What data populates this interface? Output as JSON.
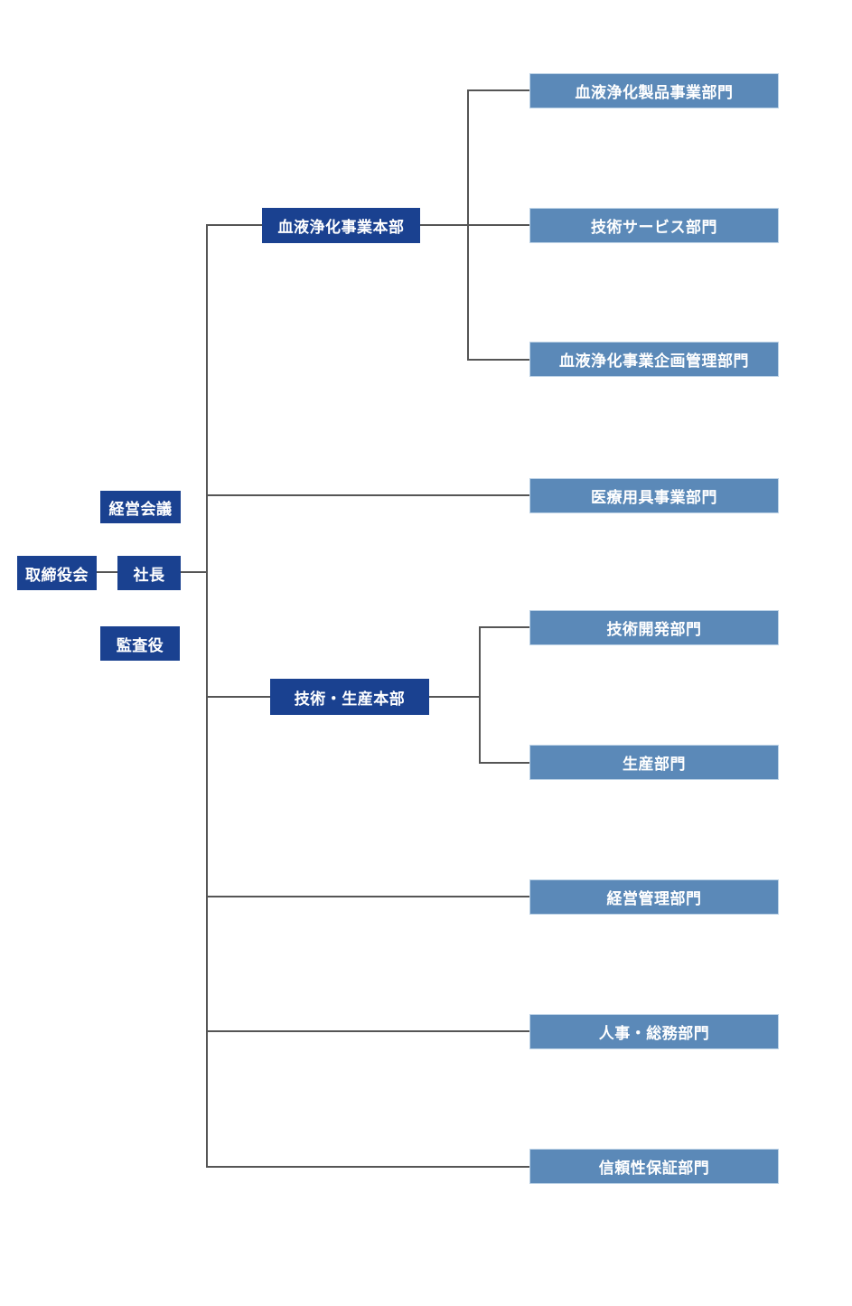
{
  "org": {
    "board": {
      "label": "取締役会"
    },
    "management_meeting": {
      "label": "経営会議"
    },
    "president": {
      "label": "社長"
    },
    "auditor": {
      "label": "監査役"
    },
    "headquarters": [
      {
        "label": "血液浄化事業本部",
        "children": [
          "血液浄化製品事業部門",
          "技術サービス部門",
          "血液浄化事業企画管理部門"
        ]
      },
      {
        "label": "技術・生産本部",
        "children": [
          "技術開発部門",
          "生産部門"
        ]
      }
    ],
    "direct_departments": [
      "医療用具事業部門",
      "経営管理部門",
      "人事・総務部門",
      "信頼性保証部門"
    ]
  },
  "colors": {
    "dark_box": "#1a4190",
    "light_box": "#5b89b8",
    "light_box_border": "#bcd2e6",
    "connector_line": "#555555",
    "box_text": "#ffffff",
    "background": "#ffffff"
  }
}
